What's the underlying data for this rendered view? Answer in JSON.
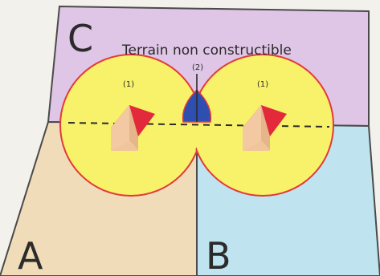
{
  "plot_labels": {
    "a": "A",
    "b": "B",
    "c": "C"
  },
  "zone_text": "Terrain non constructible",
  "markers": {
    "left": "(1)",
    "middle": "(2)",
    "right": "(1)"
  },
  "colors": {
    "plot_a": "#f0dcb8",
    "plot_b": "#bfe3ef",
    "plot_c": "#dfc5e6",
    "buffer": "#f7f26a",
    "buffer_border": "#e23a3a",
    "overlap": "#2f4fb0",
    "roof": "#e22a3a",
    "wall": "#f3c9a3"
  }
}
